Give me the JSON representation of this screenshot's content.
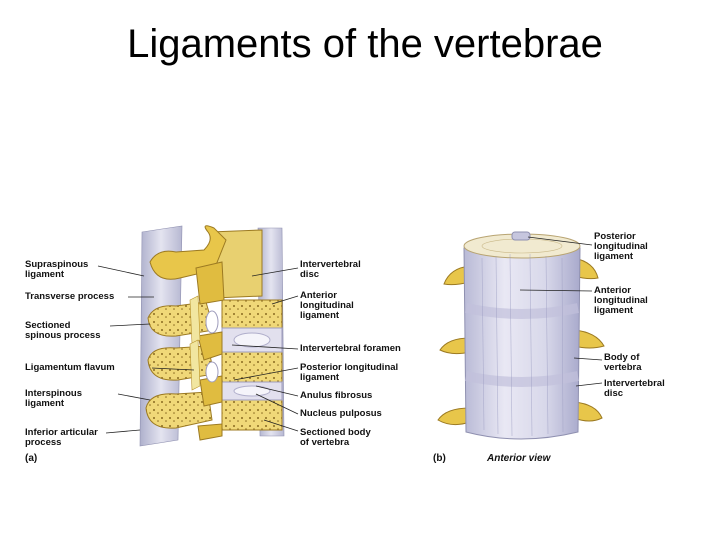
{
  "slide": {
    "title": "Ligaments of the vertebrae"
  },
  "figure_a": {
    "panel_id": "(a)",
    "left_labels": [
      "Supraspinous\nligament",
      "Transverse process",
      "Sectioned\nspinous process",
      "Ligamentum flavum",
      "Interspinous\nligament",
      "Inferior articular\nprocess"
    ],
    "right_labels": [
      "Intervertebral\ndisc",
      "Anterior\nlongitudinal\nligament",
      "Intervertebral foramen",
      "Posterior longitudinal\nligament",
      "Anulus fibrosus",
      "Nucleus pulposus",
      "Sectioned body\nof vertebra"
    ]
  },
  "figure_b": {
    "panel_id": "(b)",
    "view_caption": "Anterior view",
    "labels": [
      "Posterior\nlongitudinal\nligament",
      "Anterior\nlongitudinal\nligament",
      "Body of\nvertebra",
      "Intervertebral\ndisc"
    ]
  },
  "colors": {
    "bone": "#e8c64a",
    "bone_dark": "#b8922a",
    "ligament": "#c9c9dc",
    "disc": "#e6e4f0",
    "vertebra_section": "#f0d878"
  }
}
